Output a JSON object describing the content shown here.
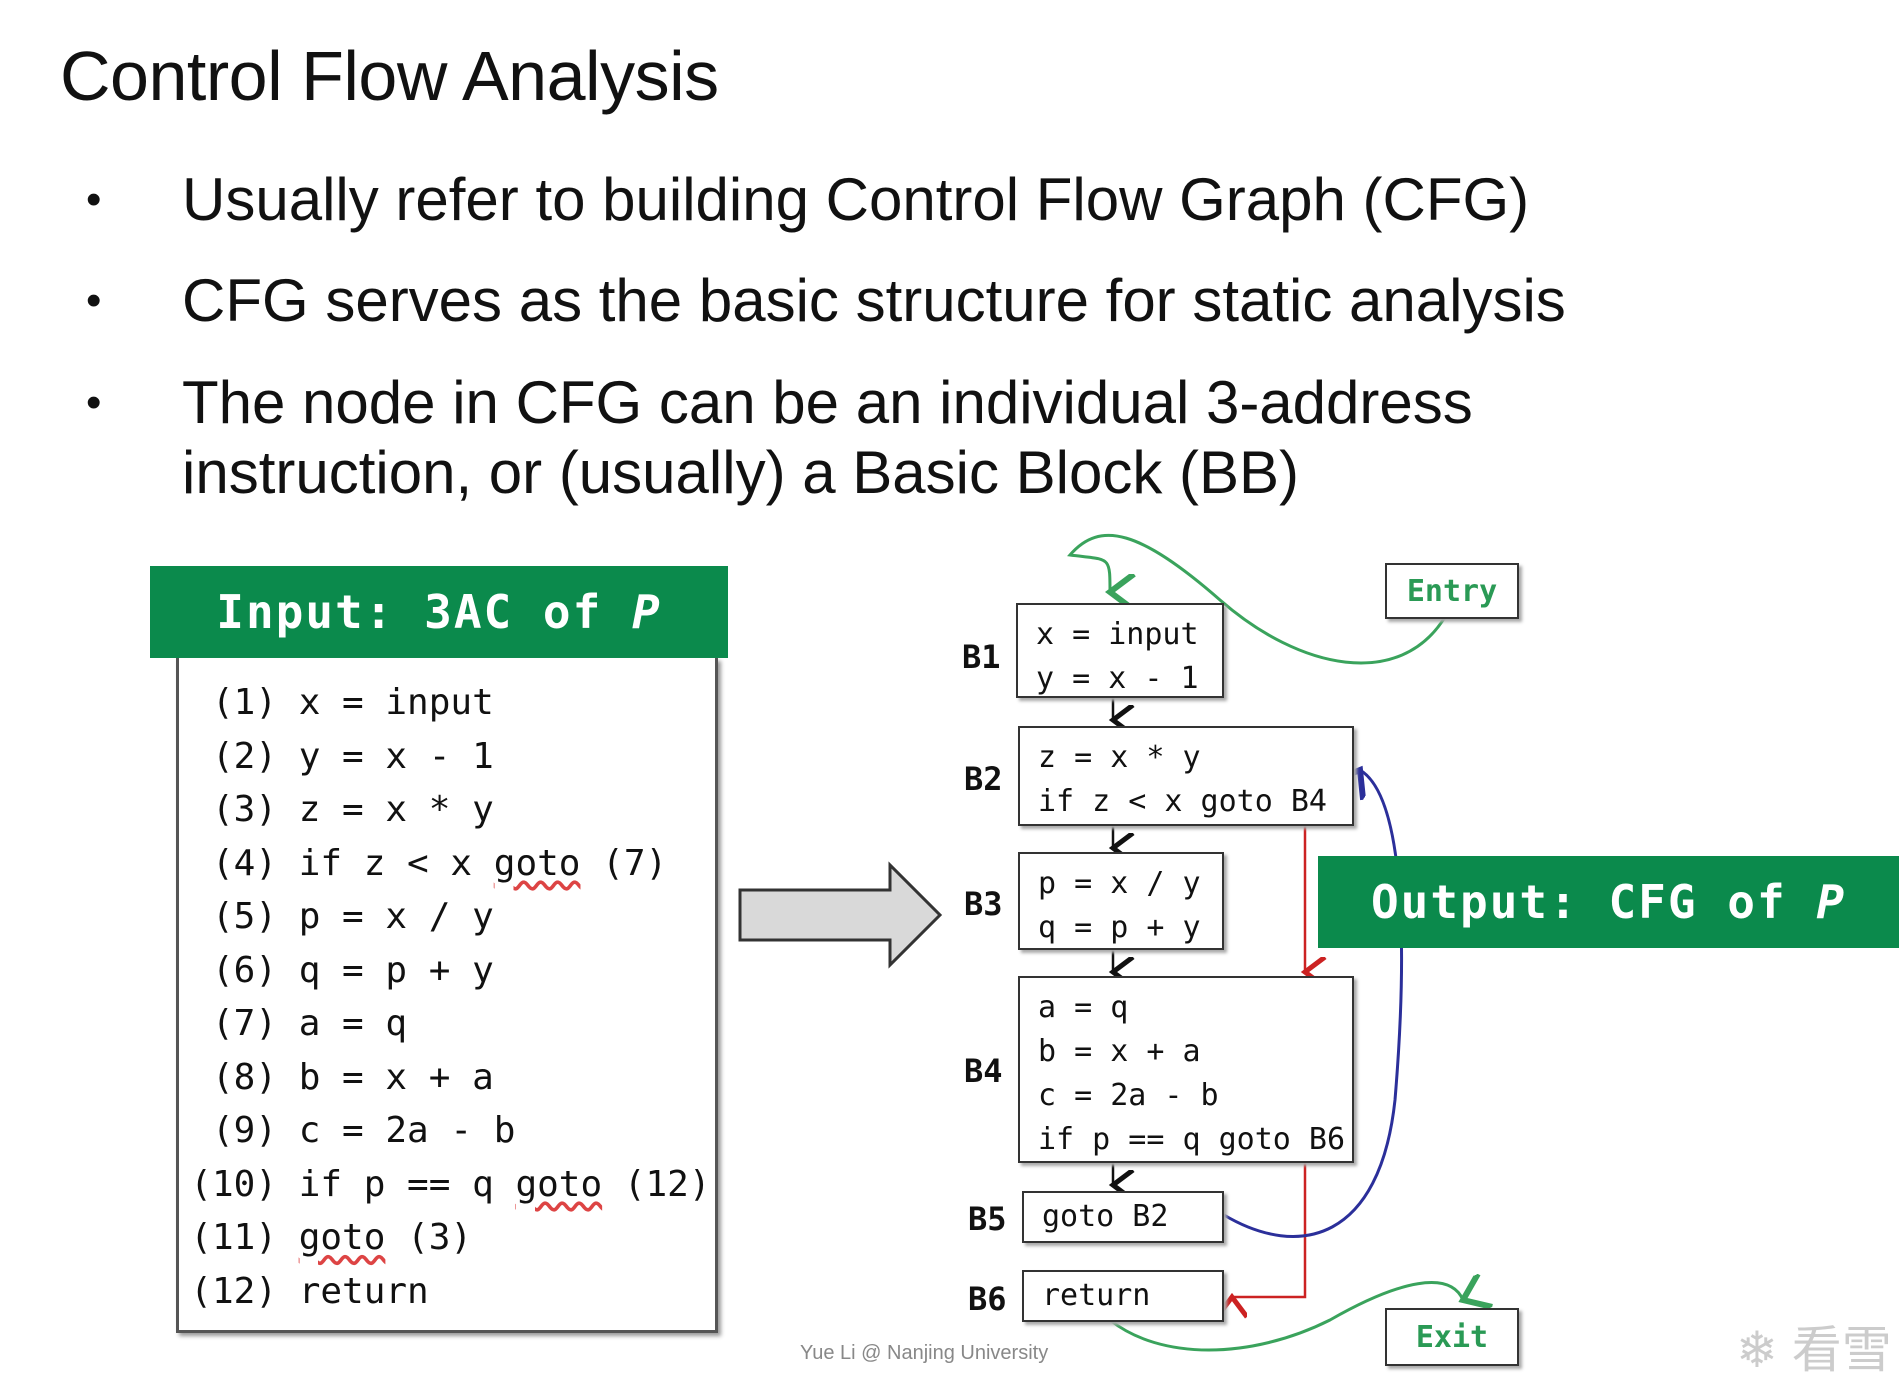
{
  "slide": {
    "title": "Control Flow Analysis",
    "bullets": [
      "Usually refer to building Control Flow Graph (CFG)",
      "CFG serves as the basic structure for static analysis",
      "The node in CFG can be an individual 3-address",
      "instruction, or (usually) a Basic Block (BB)"
    ],
    "bullet_glyph": "•"
  },
  "input_panel": {
    "header_prefix": "Input: 3AC of ",
    "header_var": "P",
    "lines": [
      {
        "num": "(1)",
        "code": "x = input"
      },
      {
        "num": "(2)",
        "code": "y = x - 1"
      },
      {
        "num": "(3)",
        "code": "z = x * y"
      },
      {
        "num": "(4)",
        "code_pre": "if z < x ",
        "goto": "goto",
        "code_post": " (7)"
      },
      {
        "num": "(5)",
        "code": "p = x / y"
      },
      {
        "num": "(6)",
        "code": "q = p + y"
      },
      {
        "num": "(7)",
        "code": "a = q"
      },
      {
        "num": "(8)",
        "code": "b = x + a"
      },
      {
        "num": "(9)",
        "code": "c = 2a - b"
      },
      {
        "num": "(10)",
        "code_pre": "if p == q ",
        "goto": "goto",
        "code_post": " (12)"
      },
      {
        "num": "(11)",
        "code_pre": "",
        "goto": "goto",
        "code_post": " (3)"
      },
      {
        "num": "(12)",
        "code": "return"
      }
    ]
  },
  "cfg": {
    "entry_label": "Entry",
    "exit_label": "Exit",
    "blocks": [
      {
        "label": "B1",
        "lines": [
          "x = input",
          "y = x - 1"
        ]
      },
      {
        "label": "B2",
        "lines": [
          "z = x * y",
          "if z < x goto B4"
        ]
      },
      {
        "label": "B3",
        "lines": [
          "p = x / y",
          "q = p + y"
        ]
      },
      {
        "label": "B4",
        "lines": [
          "a = q",
          "b = x + a",
          "c = 2a - b",
          "if p == q goto B6"
        ]
      },
      {
        "label": "B5",
        "lines": [
          "goto B2"
        ]
      },
      {
        "label": "B6",
        "lines": [
          "return"
        ]
      }
    ],
    "edge_colors": {
      "entry_exit": "#3aa35c",
      "branch": "#cc2222",
      "back_edge": "#2b2f9a",
      "fallthrough": "#111111"
    }
  },
  "output_panel": {
    "header_prefix": "Output: CFG of ",
    "header_var": "P"
  },
  "footer": "Yue Li @ Nanjing University",
  "watermark": "❄ 看雪"
}
